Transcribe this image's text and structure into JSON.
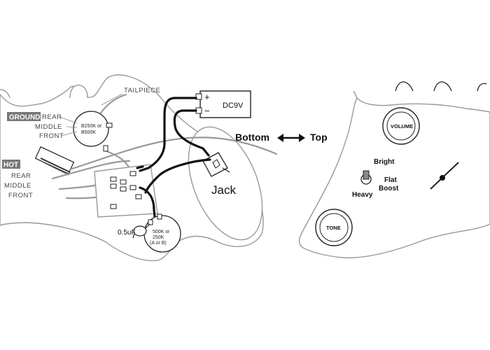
{
  "labels": {
    "tailpiece": "TAILPIECE",
    "ground": "GROUND",
    "ground_rear": "REAR",
    "ground_middle": "MIDDLE",
    "ground_front": "FRONT",
    "pot_b250k_line1": "B250K or",
    "pot_b250k_line2": "B500K",
    "hot": "HOT",
    "hot_rear": "REAR",
    "hot_middle": "MIDDLE",
    "hot_front": "FRONT",
    "battery_plus": "+",
    "battery_minus": "−",
    "battery": "DC9V",
    "bottom": "Bottom",
    "top": "Top",
    "jack": "Jack",
    "cap": "0.5uF",
    "pot_500k_line1": "500K or",
    "pot_500k_line2": "250K",
    "pot_500k_line3": "(A or B)",
    "volume": "VOLUME",
    "tone": "TONE",
    "bright": "Bright",
    "flat_boost_line1": "Flat",
    "flat_boost_line2": "Boost",
    "heavy": "Heavy"
  },
  "colors": {
    "wire_black": "#111111",
    "wire_grey": "#999999",
    "body_outline": "#999999",
    "label_bg": "#777777"
  }
}
